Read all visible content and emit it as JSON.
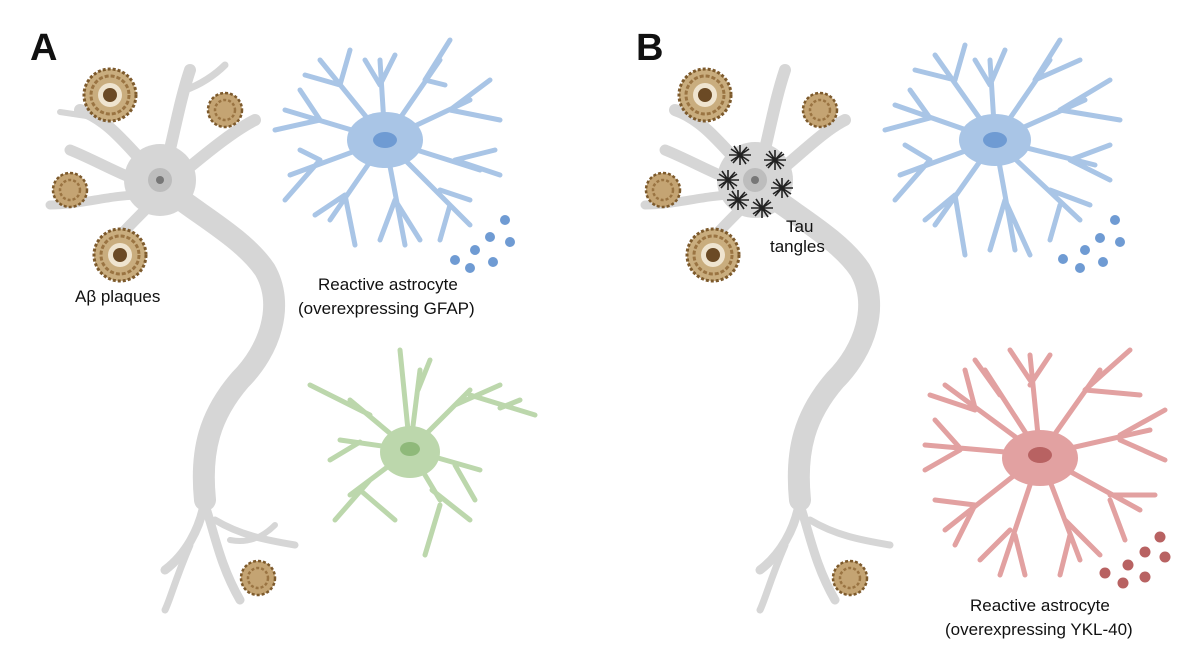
{
  "panels": [
    {
      "letter": "A",
      "labels": {
        "plaques": "Aβ plaques",
        "astrocyte_line1": "Reactive astrocyte",
        "astrocyte_line2": "(overexpressing GFAP)"
      }
    },
    {
      "letter": "B",
      "labels": {
        "tangles_line1": "Tau",
        "tangles_line2": "tangles",
        "astrocyte_line1": "Reactive astrocyte",
        "astrocyte_line2": "(overexpressing YKL-40)"
      }
    }
  ],
  "colors": {
    "neuron": "#d6d6d6",
    "neuron_nucleus": "#a9a9a9",
    "plaque": "#8a6a3a",
    "tangle": "#222222",
    "astrocyte_gfap": "#a9c5e6",
    "astrocyte_gfap_dark": "#6f9bd3",
    "astrocyte_ykl40": "#e2a1a1",
    "astrocyte_ykl40_dark": "#b86262",
    "microglia_green": "#bcd7ac",
    "microglia_green_dark": "#8fb97a"
  },
  "icons": [
    "neuron",
    "amyloid-plaque",
    "tau-tangle",
    "astrocyte",
    "secreted-protein-dot"
  ]
}
